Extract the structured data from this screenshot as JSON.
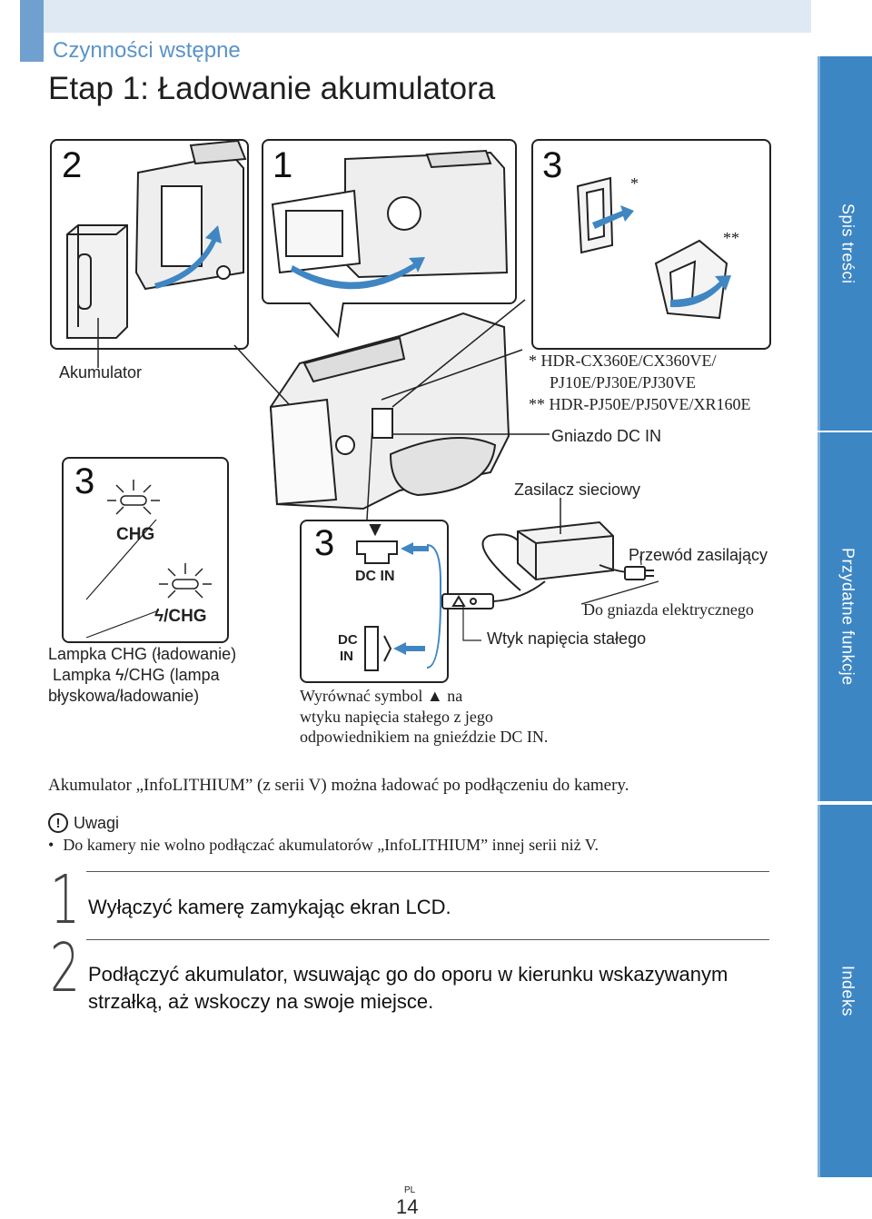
{
  "header": {
    "section": "Czynności wstępne",
    "title": "Etap 1: Ładowanie akumulatora"
  },
  "tabs": {
    "contents": "Spis treści",
    "useful": "Przydatne funkcje",
    "index": "Indeks"
  },
  "diagram": {
    "panel_a_num": "2",
    "panel_b_num": "1",
    "panel_c_num": "3",
    "panel_d_num": "3",
    "panel_e_num": "3",
    "battery_label": "Akumulator",
    "model_star1": "*   HDR-CX360E/CX360VE/",
    "model_star1b": "PJ10E/PJ30E/PJ30VE",
    "model_star2": "**  HDR-PJ50E/PJ50VE/XR160E",
    "star1": "*",
    "star2": "**",
    "dc_socket": "Gniazdo DC IN",
    "ac_adapter": "Zasilacz sieciowy",
    "power_cord": "Przewód zasilający",
    "to_outlet": "Do gniazda elektrycznego",
    "dc_plug": "Wtyk napięcia stałego",
    "chg": "CHG",
    "flash_chg": "/CHG",
    "lamp_line1": "Lampka CHG (ładowanie)",
    "lamp_line2a": "Lampka ",
    "lamp_line2b": "/CHG (lampa",
    "lamp_line3": "błyskowa/ładowanie)",
    "dc_in_h": "DC IN",
    "dc_in_v1": "DC",
    "dc_in_v2": "IN",
    "align_1": "Wyrównać symbol ▲ na",
    "align_2": "wtyku napięcia stałego z jego",
    "align_3": "odpowiednikiem na gnieździe DC IN."
  },
  "body": {
    "intro": "Akumulator „InfoLITHIUM” (z serii V) można ładować po podłączeniu do kamery.",
    "note_title": "Uwagi",
    "note_bullet": "•",
    "note_text": "Do kamery nie wolno podłączać akumulatorów „InfoLITHIUM” innej serii niż V."
  },
  "steps": [
    {
      "num": "1",
      "text": "Wyłączyć kamerę zamykając ekran LCD."
    },
    {
      "num": "2",
      "text_1": "Podłączyć akumulator, wsuwając go do oporu w kierunku wskazywanym",
      "text_2": "strzałką, aż wskoczy na swoje miejsce."
    }
  ],
  "footer": {
    "lang": "PL",
    "page": "14"
  }
}
